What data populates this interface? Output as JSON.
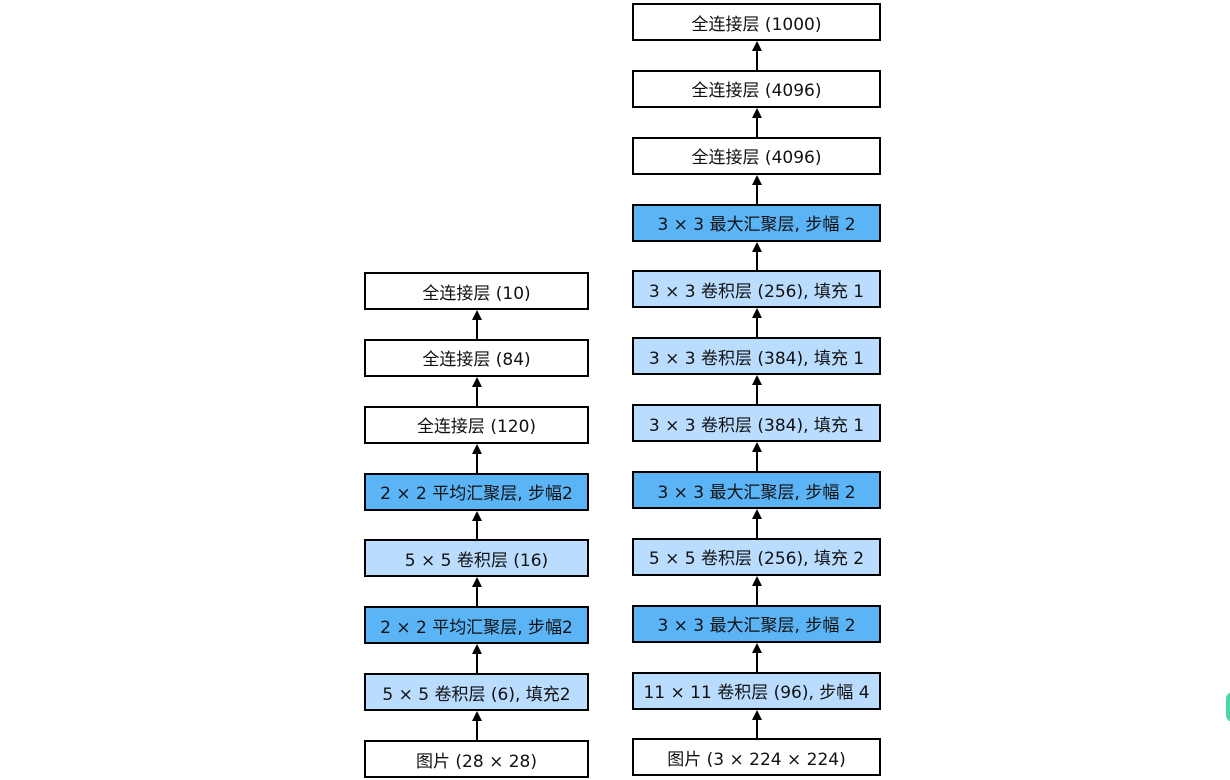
{
  "diagram": {
    "lenet": {
      "layers": [
        {
          "label": "全连接层 (10)",
          "type": "fc"
        },
        {
          "label": "全连接层 (84)",
          "type": "fc"
        },
        {
          "label": "全连接层 (120)",
          "type": "fc"
        },
        {
          "label": "2 × 2 平均汇聚层, 步幅2",
          "type": "pool"
        },
        {
          "label": "5 × 5 卷积层 (16)",
          "type": "conv"
        },
        {
          "label": "2 × 2 平均汇聚层, 步幅2",
          "type": "pool"
        },
        {
          "label": "5 × 5 卷积层 (6), 填充2",
          "type": "conv"
        },
        {
          "label": "图片 (28 × 28)",
          "type": "input"
        }
      ]
    },
    "alexnet": {
      "layers": [
        {
          "label": "全连接层 (1000)",
          "type": "fc"
        },
        {
          "label": "全连接层 (4096)",
          "type": "fc"
        },
        {
          "label": "全连接层 (4096)",
          "type": "fc"
        },
        {
          "label": "3 × 3 最大汇聚层, 步幅 2",
          "type": "pool"
        },
        {
          "label": "3 × 3 卷积层 (256), 填充 1",
          "type": "conv"
        },
        {
          "label": "3 × 3 卷积层 (384), 填充 1",
          "type": "conv"
        },
        {
          "label": "3 × 3 卷积层 (384), 填充 1",
          "type": "conv"
        },
        {
          "label": "3 × 3 最大汇聚层, 步幅 2",
          "type": "pool"
        },
        {
          "label": "5 × 5 卷积层 (256), 填充 2",
          "type": "conv"
        },
        {
          "label": "3 × 3 最大汇聚层, 步幅 2",
          "type": "pool"
        },
        {
          "label": "11 × 11 卷积层 (96), 步幅 4",
          "type": "conv"
        },
        {
          "label": "图片 (3 × 224 × 224)",
          "type": "input"
        }
      ]
    },
    "colors": {
      "fc": "#ffffff",
      "conv": "#b9dcff",
      "pool": "#5ab4f6",
      "border": "#000000"
    }
  }
}
